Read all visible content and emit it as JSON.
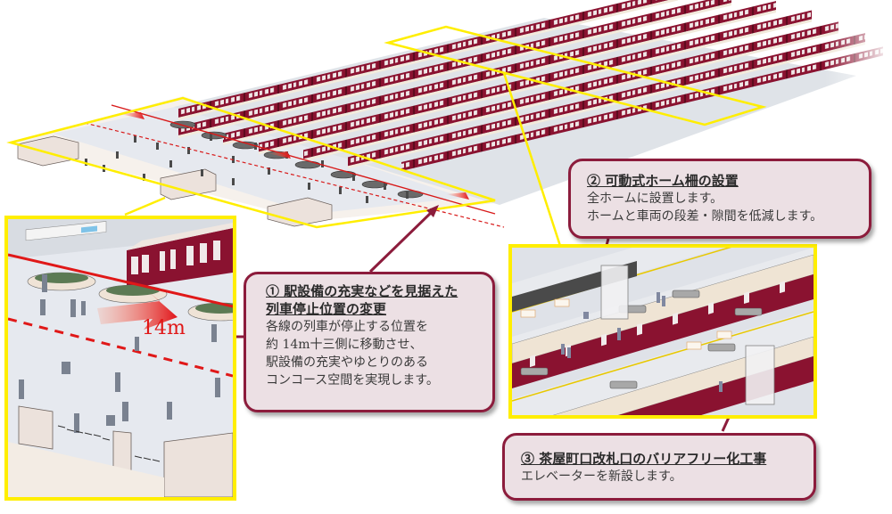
{
  "figure": {
    "type": "isometric station renovation illustration",
    "colors": {
      "highlight_frame": "#ffee00",
      "callout_border": "#8c1c3c",
      "callout_fill": "#ece0e4",
      "train_body": "#8a1230",
      "stop_line_red": "#d81a1a",
      "concourse_floor": "#e6e9ef"
    }
  },
  "callouts": [
    {
      "number": "①",
      "title_lines": [
        "① 駅設備の充実などを見据えた",
        "列車停止位置の変更"
      ],
      "body_lines": [
        "各線の列車が停止する位置を",
        "約 14m十三側に移動させ、",
        "駅設備の充実やゆとりのある",
        "コンコース空間を実現します。"
      ]
    },
    {
      "number": "②",
      "title_lines": [
        "② 可動式ホーム柵の設置"
      ],
      "body_lines": [
        "全ホームに設置します。",
        "ホームと車両の段差・隙間を低減します。"
      ]
    },
    {
      "number": "③",
      "title_lines": [
        "③ 茶屋町口改札口のバリアフリー化工事"
      ],
      "body_lines": [
        "エレベーターを新設します。"
      ]
    }
  ],
  "annotations": {
    "shift_distance": "14m"
  }
}
